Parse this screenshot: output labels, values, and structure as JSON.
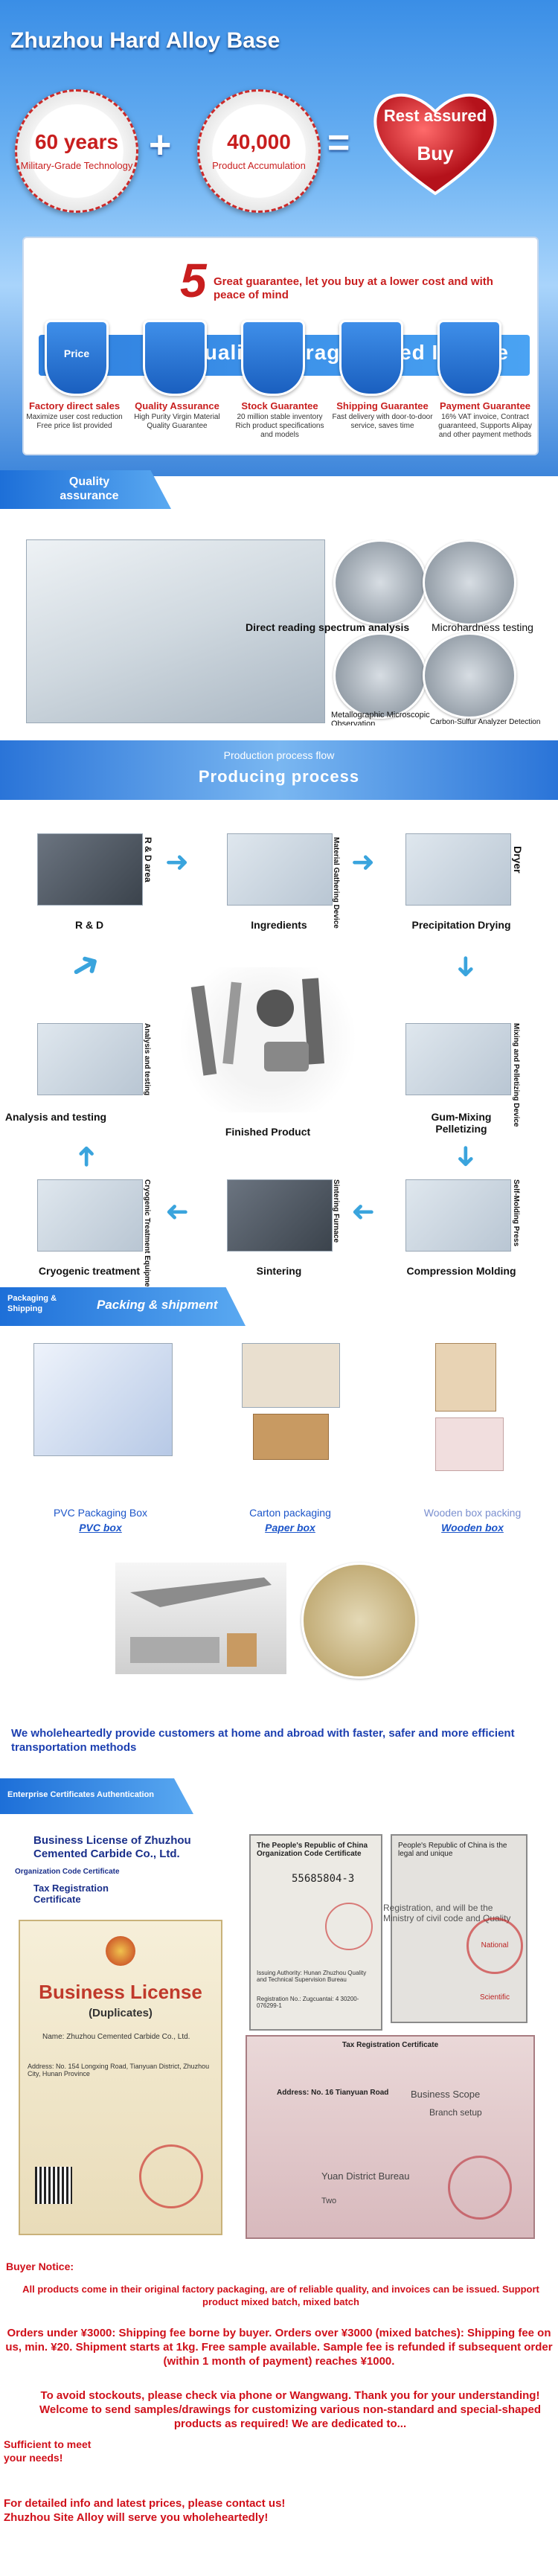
{
  "hero": {
    "title": "Zhuzhou Hard Alloy Base",
    "seal1_big": "60 years",
    "seal1_small": "Military-Grade Technology",
    "plus": "+",
    "seal2_big": "40,000",
    "seal2_small": "Product Accumulation",
    "equals": "=",
    "heart_line1": "Rest assured",
    "heart_line2": "Buy",
    "colors": {
      "hero_blue": "#3a8ee6",
      "accent_red": "#c81e1e"
    }
  },
  "guarantee": {
    "number": "5",
    "headline": "Great guarantee, let you buy at a lower cost and with peace of mind",
    "shield_label": "Price",
    "banner": "Quality Storage Speed Invoice",
    "columns": [
      {
        "title": "Factory direct sales",
        "desc": "Maximize user cost reduction Free price list provided"
      },
      {
        "title": "Quality Assurance",
        "desc": "High Purity Virgin Material Quality Guarantee"
      },
      {
        "title": "Stock Guarantee",
        "desc": "20 million stable inventory Rich product specifications and models"
      },
      {
        "title": "Shipping Guarantee",
        "desc": "Fast delivery with door-to-door service, saves time"
      },
      {
        "title": "Payment Guarantee",
        "desc": "16% VAT invoice, Contract guaranteed, Supports Alipay and other payment methods"
      }
    ]
  },
  "quality": {
    "tab": "Quality assurance",
    "captions": [
      "Direct reading spectrum analysis",
      "Microhardness testing",
      "Metallographic Microscopic Observation",
      "Carbon-Sulfur Analyzer Detection"
    ]
  },
  "process": {
    "subtitle": "Production process flow",
    "title": "Producing process",
    "steps": [
      "R & D",
      "Ingredients",
      "Precipitation Drying",
      "Gum-Mixing Pelletizing",
      "Compression Molding",
      "Sintering",
      "Cryogenic treatment",
      "Analysis and testing",
      "Finished Product"
    ],
    "side_labels": [
      "R & D area",
      "Material Gathering Device",
      "Dryer",
      "Mixing and Pelletizing Device",
      "Self-Molding Press",
      "Sintering Furnace",
      "Cryogenic Treatment Equipment",
      "Analysis and testing"
    ]
  },
  "packing": {
    "tab_small": "Packaging & Shipping",
    "tab_big": "Packing & shipment",
    "items": [
      {
        "label": "PVC Packaging Box",
        "sub": "PVC box"
      },
      {
        "label": "Carton packaging",
        "sub": "Paper box"
      },
      {
        "label": "Wooden box packing",
        "sub": "Wooden box"
      }
    ],
    "statement": "We wholeheartedly provide customers at home and abroad with faster, safer and more efficient transportation methods"
  },
  "certs": {
    "tab": "Enterprise Certificates Authentication",
    "license_title": "Business License of Zhuzhou Cemented Carbide Co., Ltd.",
    "org_code_label": "Organization Code Certificate",
    "tax_label": "Tax Registration Certificate",
    "bl_heading": "Business License",
    "bl_dup": "(Duplicates)",
    "bl_name": "Name: Zhuzhou Cemented Carbide Co., Ltd.",
    "bl_address": "Address: No. 154 Longxing Road, Tianyuan District, Zhuzhou City, Hunan Province",
    "org_cert_title": "The People's Republic of China Organization Code Certificate",
    "org_cert_code": "55685804-3",
    "org_cert_authority": "Issuing Authority: Hunan Zhuzhou Quality and Technical Supervision Bureau",
    "org_cert_reg": "Registration No.: Zugcuantai: 4 30200-076299-1",
    "cert_right_top": "People's Republic of China is the legal and unique",
    "cert_right_mid": "Registration, and will be the Ministry of civil code and Quality",
    "cert_right_stamp": "National Scientific",
    "tax_cert_title": "Tax Registration Certificate",
    "tax_cert_address": "Address: No. 16 Tianyuan Road",
    "tax_scope": "Business Scope",
    "tax_branch": "Branch setup",
    "tax_bureau": "Yuan District Bureau",
    "tax_two": "Two"
  },
  "notice": {
    "title": "Buyer Notice:",
    "line1": "All products come in their original factory packaging, are of reliable quality, and invoices can be issued. Support product mixed batch, mixed batch",
    "line2": "Orders under ¥3000: Shipping fee borne by buyer.   Orders over ¥3000 (mixed batches): Shipping fee on us, min. ¥20.   Shipment starts at 1kg. Free sample available. Sample fee is refunded if subsequent order (within 1 month of payment) reaches ¥1000.",
    "line3": "To avoid stockouts, please check via phone or Wangwang. Thank you for your understanding! Welcome to send samples/drawings for customizing various non-standard and special-shaped products as required! We are dedicated to...",
    "line4": "Sufficient to meet your needs!",
    "line5": "For detailed info and latest prices, please contact us! Zhuzhou Site Alloy will serve you wholeheartedly!"
  }
}
